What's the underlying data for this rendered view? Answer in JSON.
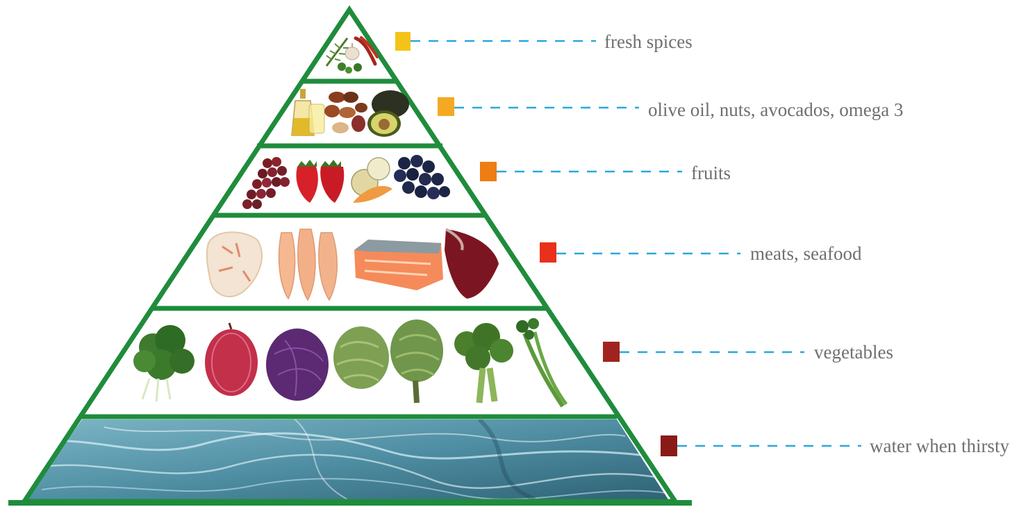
{
  "pyramid": {
    "outline_color": "#1f8c3c",
    "leader_color": "#2aa7de",
    "tiers": [
      {
        "label": "fresh spices",
        "marker_color": "#f5c318",
        "icons": [
          "rosemary-icon",
          "garlic-icon",
          "chili-pepper-icon",
          "parsley-icon"
        ]
      },
      {
        "label": "olive oil, nuts, avocados, omega 3",
        "marker_color": "#f3aa22",
        "icons": [
          "olive-oil-bottle-icon",
          "mixed-nuts-icon",
          "avocado-icon"
        ]
      },
      {
        "label": "fruits",
        "marker_color": "#ee7d14",
        "icons": [
          "grapes-icon",
          "strawberries-icon",
          "melon-icon",
          "blueberries-icon"
        ]
      },
      {
        "label": "meats, seafood",
        "marker_color": "#e8301b",
        "icons": [
          "crab-meat-icon",
          "chicken-breast-icon",
          "salmon-fillet-icon",
          "red-meat-icon"
        ]
      },
      {
        "label": "vegetables",
        "marker_color": "#a1231f",
        "icons": [
          "spinach-icon",
          "red-onion-icon",
          "red-cabbage-icon",
          "artichoke-icon",
          "broccoli-icon",
          "celery-icon"
        ]
      },
      {
        "label": "water when thirsty",
        "marker_color": "#8a1a17",
        "icons": [
          "water-icon"
        ]
      }
    ]
  }
}
